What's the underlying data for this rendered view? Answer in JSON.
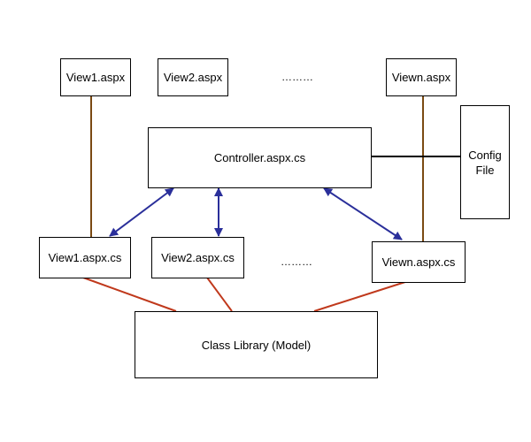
{
  "aspx_views": {
    "view1": "View1.aspx",
    "view2": "View2.aspx",
    "ellipsis": "………",
    "viewn": "Viewn.aspx"
  },
  "controller": {
    "label": "Controller.aspx.cs"
  },
  "config": {
    "line1": "Config",
    "line2": "File"
  },
  "codebehind_views": {
    "view1": "View1.aspx.cs",
    "view2": "View2.aspx.cs",
    "ellipsis": "………",
    "viewn": "Viewn.aspx.cs"
  },
  "model": {
    "label": "Class Library (Model)"
  },
  "colors": {
    "brown_link": "#7a4a12",
    "blue_arrow": "#2a2f9a",
    "red_link": "#c0391c",
    "black_link": "#000000"
  }
}
